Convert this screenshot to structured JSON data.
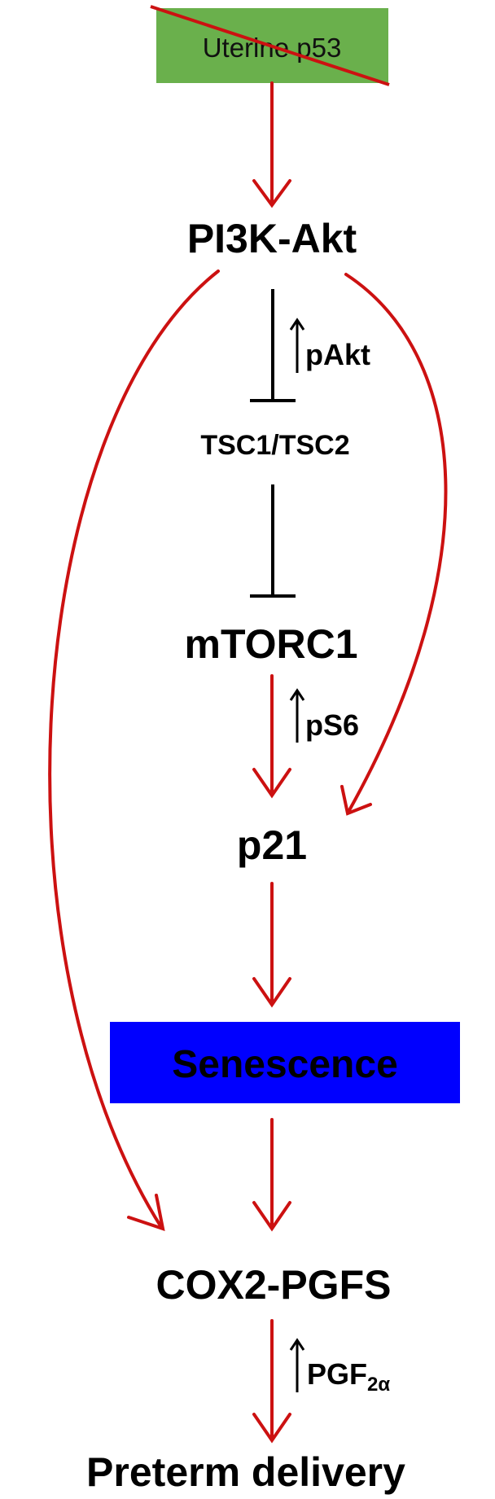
{
  "colors": {
    "activation_arrow": "#cc1111",
    "inhibition_line": "#000000",
    "p53_box": "#6ab04c",
    "senescence_box": "#0000ff",
    "senescence_text": "#ffffff",
    "strike_line": "#cc1111"
  },
  "nodes": {
    "p53": "Uterine p53",
    "pi3k": "PI3K-Akt",
    "tsc": "TSC1/TSC2",
    "mtorc1": "mTORC1",
    "p21": "p21",
    "senescence": "Senescence",
    "cox2": "COX2-PGFS",
    "preterm": "Preterm delivery"
  },
  "annotations": {
    "pakt": "pAkt",
    "ps6": "pS6",
    "pgf_main": "PGF",
    "pgf_sub": "2α"
  },
  "p53_crossed_out": true
}
